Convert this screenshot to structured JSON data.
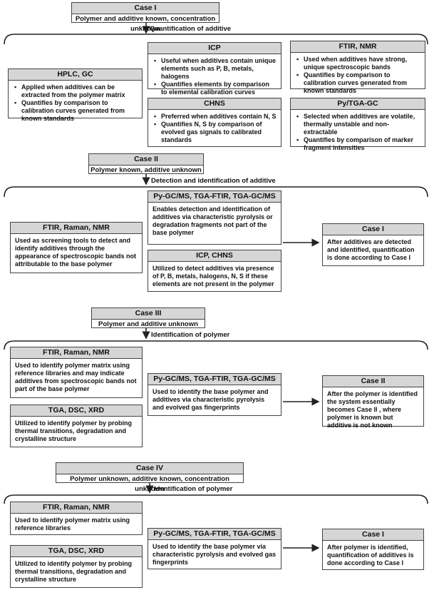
{
  "case1": {
    "title": "Case I",
    "subtitle": "Polymer and additive known, concentration unknown",
    "arrow_label": "Quantification of additive",
    "hplc": {
      "title": "HPLC, GC",
      "bullets": [
        "Applied when additives can be extracted from the polymer matrix",
        "Quantifies by comparison to calibration curves generated from known standards"
      ]
    },
    "icp": {
      "title": "ICP",
      "bullets": [
        "Useful when additives contain unique elements such as P, B, metals, halogens",
        "Quantifies elements by comparison to elemental calibration curves"
      ]
    },
    "chns": {
      "title": "CHNS",
      "bullets": [
        "Preferred when additives contain N, S",
        "Quantifies N, S by comparison of evolved gas signals to calibrated standards"
      ]
    },
    "ftir": {
      "title": "FTIR, NMR",
      "bullets": [
        "Used when additives have strong, unique spectroscopic bands",
        "Quantifies by comparison to calibration curves generated from known standards"
      ]
    },
    "pytga": {
      "title": "Py/TGA-GC",
      "bullets": [
        "Selected when additives are volatile, thermally unstable and non-extractable",
        "Quantifies by comparison of marker fragment intensities"
      ]
    }
  },
  "case2": {
    "title": "Case II",
    "subtitle": "Polymer known, additive unknown",
    "arrow_label": "Detection and identification of additive",
    "ftir": {
      "title": "FTIR, Raman, NMR",
      "text": "Used as screening tools to detect and identify additives through the appearance of spectroscopic bands not attributable to the base polymer"
    },
    "pygc": {
      "title": "Py-GC/MS, TGA-FTIR, TGA-GC/MS",
      "text": "Enables detection and identification of additives via characteristic pyrolysis or degradation fragments not part of the base polymer"
    },
    "icp": {
      "title": "ICP, CHNS",
      "text": "Utilized to detect additives via presence of P, B, metals, halogens, N, S if these elements are not present in the polymer"
    },
    "result": {
      "title": "Case I",
      "text": "After additives are detected and identified, quantification is done according to Case I"
    }
  },
  "case3": {
    "title": "Case III",
    "subtitle": "Polymer and additive unknown",
    "arrow_label": "Identification of polymer",
    "ftir": {
      "title": "FTIR, Raman, NMR",
      "text": "Used to identify polymer matrix using reference libraries and may indicate additives from spectroscopic bands not part of the base polymer"
    },
    "tga": {
      "title": "TGA, DSC, XRD",
      "text": "Utilized to identify polymer by probing thermal transitions, degradation and crystalline structure"
    },
    "pygc": {
      "title": "Py-GC/MS, TGA-FTIR, TGA-GC/MS",
      "text": "Used to identify the base polymer and additives via characteristic pyrolysis and evolved gas fingerprints"
    },
    "result": {
      "title": "Case II",
      "text": "After the polymer is identified the system essentially becomes Case II , where polymer is known but additive is not known"
    }
  },
  "case4": {
    "title": "Case IV",
    "subtitle": "Polymer unknown, additive known, concentration unknown",
    "arrow_label": "Identification of polymer",
    "ftir": {
      "title": "FTIR, Raman, NMR",
      "text": "Used to identify polymer matrix using reference libraries"
    },
    "tga": {
      "title": "TGA, DSC, XRD",
      "text": "Utilized to identify polymer by probing thermal transitions, degradation and crystalline structure"
    },
    "pygc": {
      "title": "Py-GC/MS, TGA-FTIR, TGA-GC/MS",
      "text": "Used to identify the base polymer via characteristic pyrolysis and evolved gas fingerprints"
    },
    "result": {
      "title": "Case I",
      "text": "After polymer is identified, quantification of additives is done according to Case I"
    }
  }
}
